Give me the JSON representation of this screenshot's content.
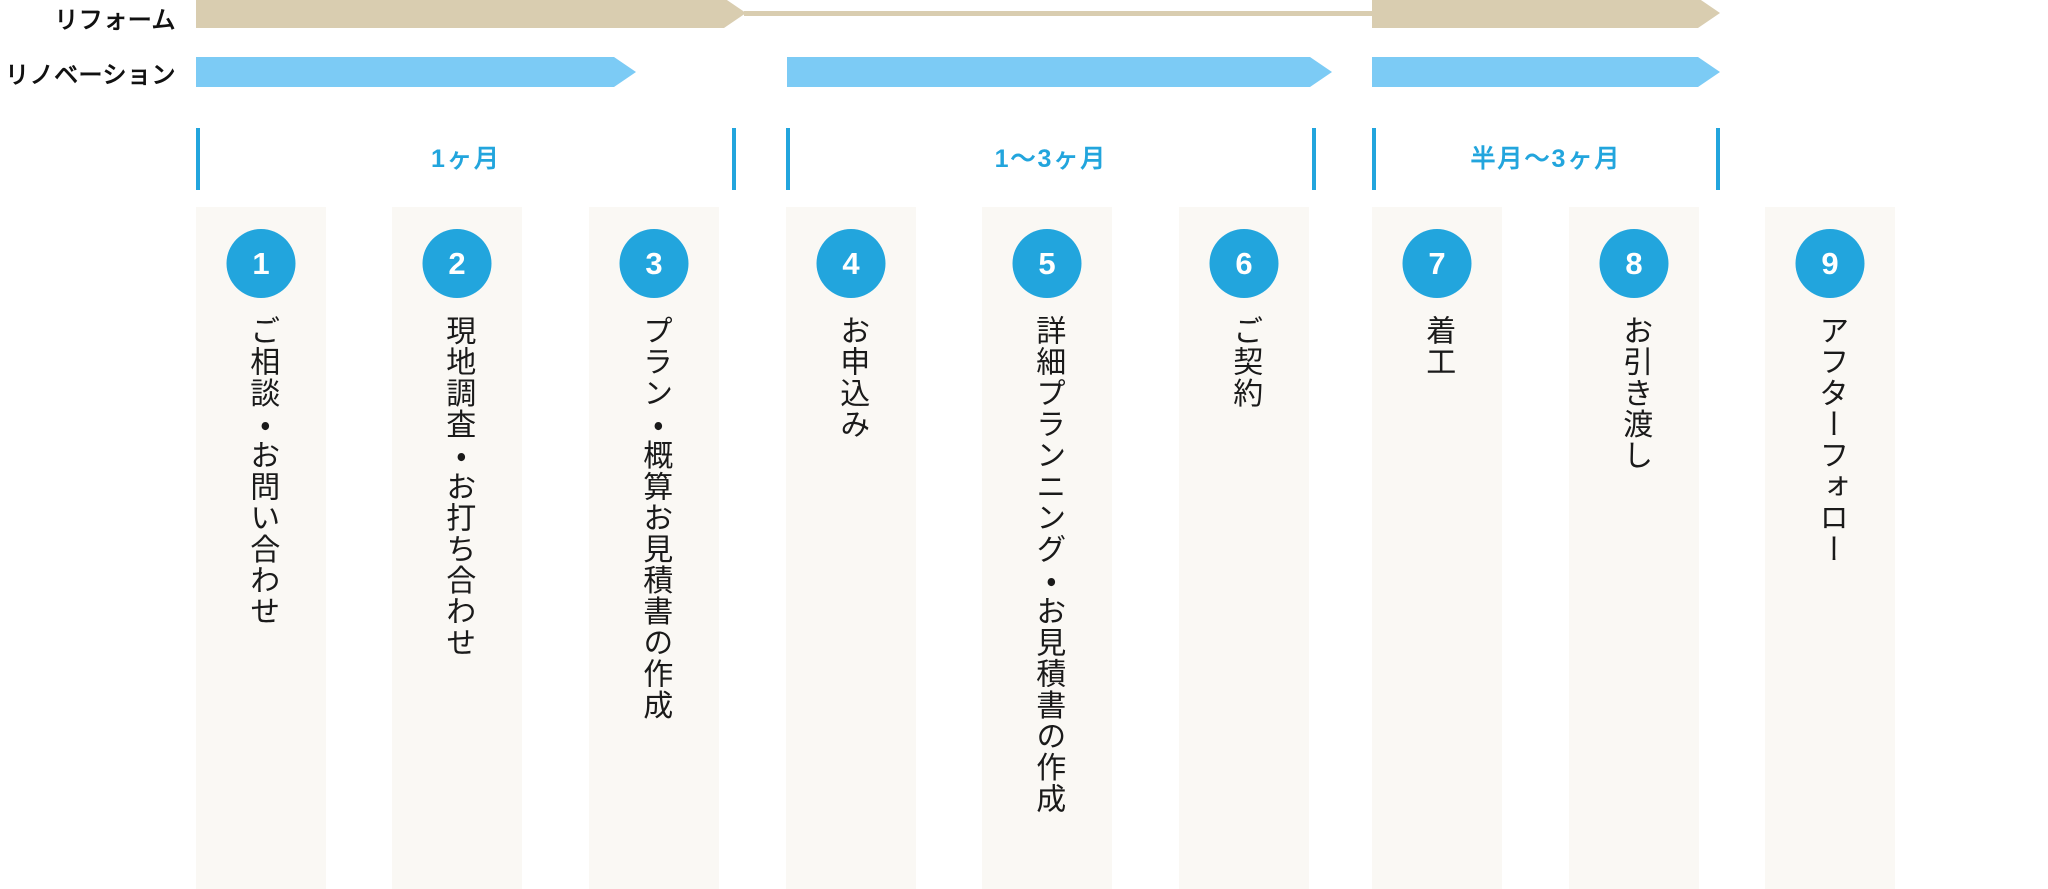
{
  "rows": {
    "reform": {
      "label": "リフォーム",
      "color": "#d9cdb0"
    },
    "renovation": {
      "label": "リノベーション",
      "color": "#7ccbf5"
    }
  },
  "accent_color": "#22a5dd",
  "card_bg": "#faf8f4",
  "durations": [
    {
      "label": "1ヶ月"
    },
    {
      "label": "1〜3ヶ月"
    },
    {
      "label": "半月〜3ヶ月"
    }
  ],
  "steps": [
    {
      "number": "1",
      "label": "ご相談・お問い合わせ"
    },
    {
      "number": "2",
      "label": "現地調査・お打ち合わせ"
    },
    {
      "number": "3",
      "label": "プラン・概算お見積書の作成"
    },
    {
      "number": "4",
      "label": "お申込み"
    },
    {
      "number": "5",
      "label": "詳細プランニング・お見積書の作成"
    },
    {
      "number": "6",
      "label": "ご契約"
    },
    {
      "number": "7",
      "label": "着工"
    },
    {
      "number": "8",
      "label": "お引き渡し"
    },
    {
      "number": "9",
      "label": "アフターフォロー"
    }
  ]
}
